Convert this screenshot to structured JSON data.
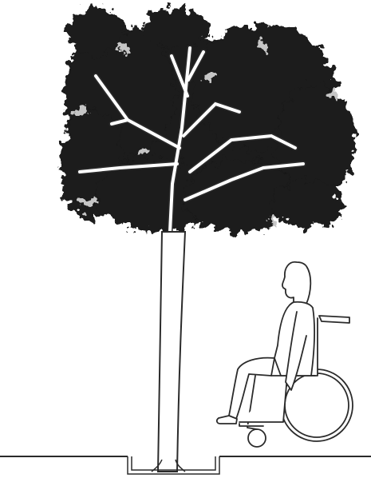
{
  "colors": {
    "background": "#ffffff",
    "foliage": "#1a1a1a",
    "foliage_light": "#3a3a3a",
    "line": "#2b2b2b"
  },
  "elements": {
    "tree": {
      "icon": "tree-icon",
      "parts": [
        "canopy",
        "trunk",
        "branches"
      ]
    },
    "person": {
      "icon": "wheelchair-user-icon"
    },
    "ground": {
      "icon": "ground-line"
    },
    "tree_pit": {
      "icon": "tree-pit-grate"
    }
  }
}
